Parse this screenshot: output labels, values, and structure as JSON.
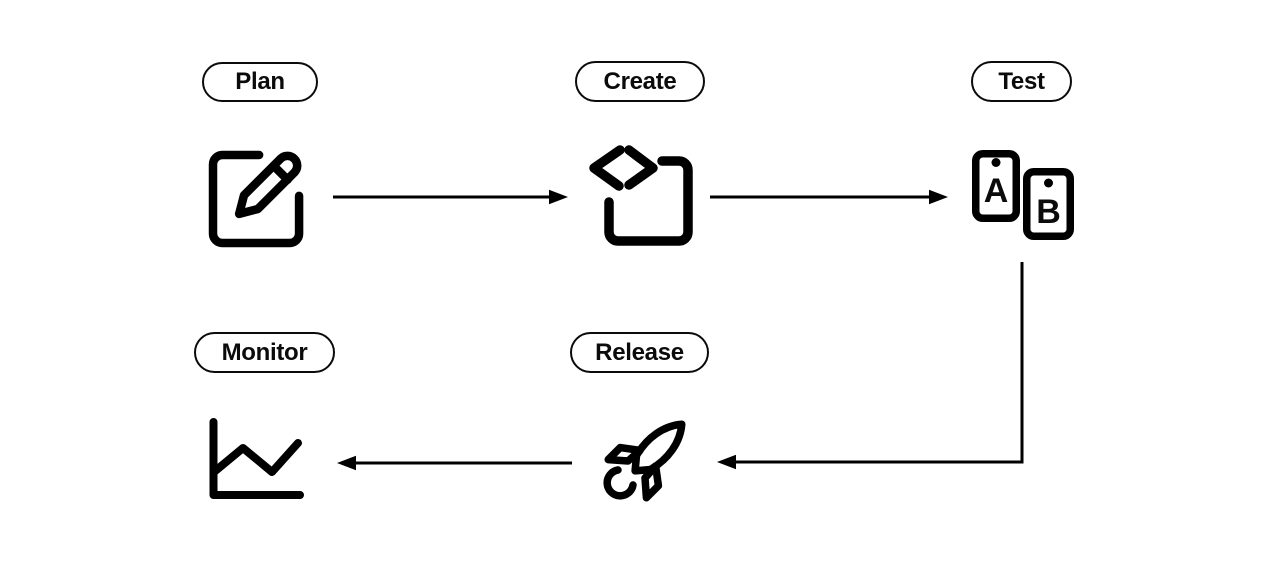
{
  "canvas": {
    "background": "#ffffff",
    "ink": "#000000",
    "description": "Development workflow loop diagram"
  },
  "stages": [
    {
      "label": "Plan",
      "icon": "edit-square-icon"
    },
    {
      "label": "Create",
      "icon": "code-square-icon"
    },
    {
      "label": "Test",
      "icon": "ab-test-cards-icon",
      "card_a": "A",
      "card_b": "B"
    },
    {
      "label": "Release",
      "icon": "rocket-icon"
    },
    {
      "label": "Monitor",
      "icon": "line-chart-icon"
    }
  ],
  "connections": [
    {
      "from": "Plan",
      "to": "Create",
      "style": "straight-right"
    },
    {
      "from": "Create",
      "to": "Test",
      "style": "straight-right"
    },
    {
      "from": "Test",
      "to": "Release",
      "style": "elbow-down-left"
    },
    {
      "from": "Release",
      "to": "Monitor",
      "style": "straight-left"
    }
  ]
}
